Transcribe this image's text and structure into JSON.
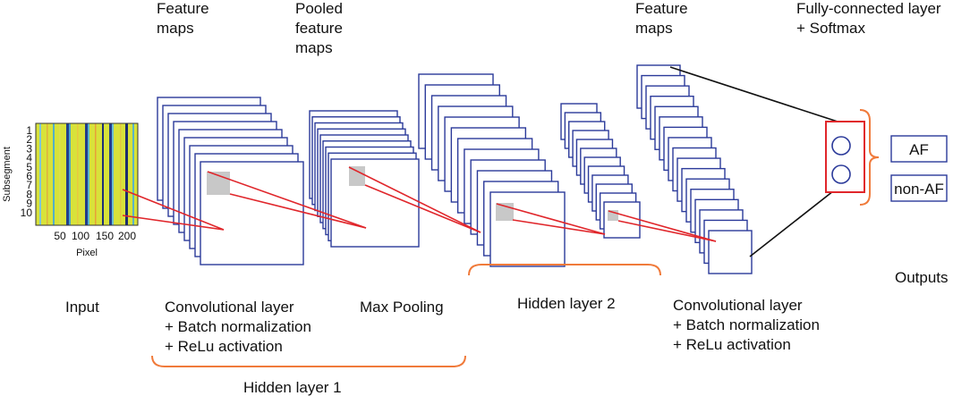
{
  "labels": {
    "feature_maps_1": [
      "Feature",
      "maps"
    ],
    "pooled_feature_maps": [
      "Pooled",
      "feature",
      "maps"
    ],
    "feature_maps_2": [
      "Feature",
      "maps"
    ],
    "fully_connected": [
      "Fully-connected layer",
      "+ Softmax"
    ],
    "input": "Input",
    "conv_layer_1": [
      "Convolutional layer",
      "+ Batch normalization",
      "+ ReLu activation"
    ],
    "max_pooling": "Max Pooling",
    "hidden_layer_2": "Hidden layer 2",
    "conv_layer_2": [
      "Convolutional layer",
      "+ Batch normalization",
      "+ ReLu activation"
    ],
    "hidden_layer_1": "Hidden layer 1",
    "outputs": "Outputs"
  },
  "output_boxes": [
    "AF",
    "non-AF"
  ],
  "input_image": {
    "y_axis_label": "Subsegment",
    "x_axis_label": "Pixel",
    "y_ticks": [
      "1",
      "2",
      "3",
      "4",
      "5",
      "6",
      "7",
      "8",
      "9",
      "10"
    ],
    "x_ticks": [
      "50",
      "100",
      "150",
      "200"
    ]
  },
  "colors": {
    "map_border": "#2b3a9a",
    "connection": "#e0262b",
    "bracket": "#f07a3a",
    "kernel": "#c8c8c8",
    "fc_box": "#e0262b"
  }
}
